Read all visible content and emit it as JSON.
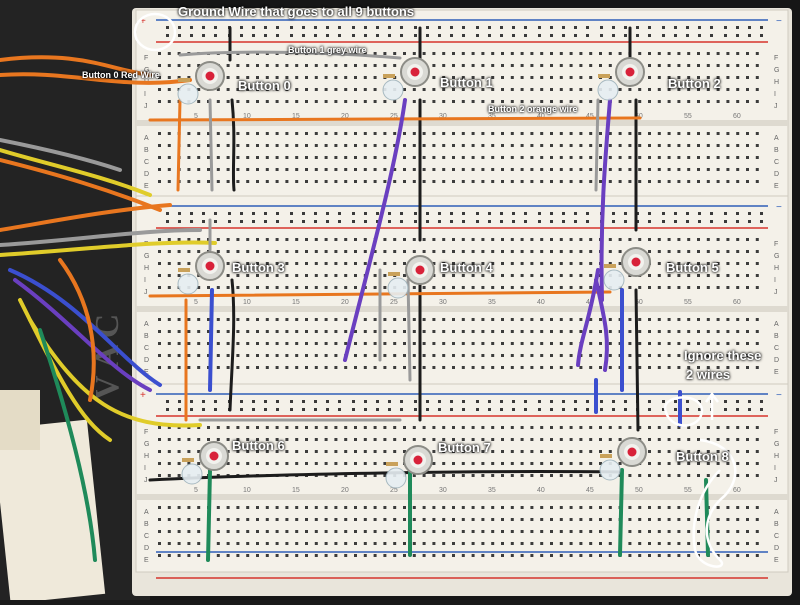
{
  "annotations": {
    "ground_wire": "Ground Wire that goes to all 9 buttons",
    "button0_red_wire": "Button 0 Red Wire",
    "button1_grey_wire": "Button 1 grey wire",
    "button2_orange_wire": "Button 2 orange wire",
    "ignore_line1": "Ignore these",
    "ignore_line2": "2 wires"
  },
  "buttons": [
    "Button 0",
    "Button 1",
    "Button 2",
    "Button 3",
    "Button 4",
    "Button 5",
    "Button 6",
    "Button 7",
    "Button 8"
  ],
  "breadboard": {
    "row_letters_top": [
      "F",
      "G",
      "H",
      "I",
      "J"
    ],
    "row_letters_bottom": [
      "A",
      "B",
      "C",
      "D",
      "E"
    ],
    "column_numbers": [
      "5",
      "10",
      "15",
      "20",
      "25",
      "30",
      "35",
      "40",
      "45",
      "50",
      "55",
      "60"
    ],
    "rail_plus": "+",
    "rail_minus": "−"
  },
  "colors": {
    "background": "#1a1a1a",
    "board": "#efece4",
    "rail_red": "#d6342c",
    "rail_blue": "#2f5fb8",
    "wire_orange": "#e8761f",
    "wire_grey": "#9a9a9a",
    "wire_purple": "#6a3fc0",
    "wire_black": "#1c1c1c",
    "wire_yellow": "#e0cc2a",
    "wire_green": "#1f8a5a",
    "wire_blue": "#3b4fcf",
    "button_cap": "#d8223a",
    "annotation": "#ffffff"
  }
}
